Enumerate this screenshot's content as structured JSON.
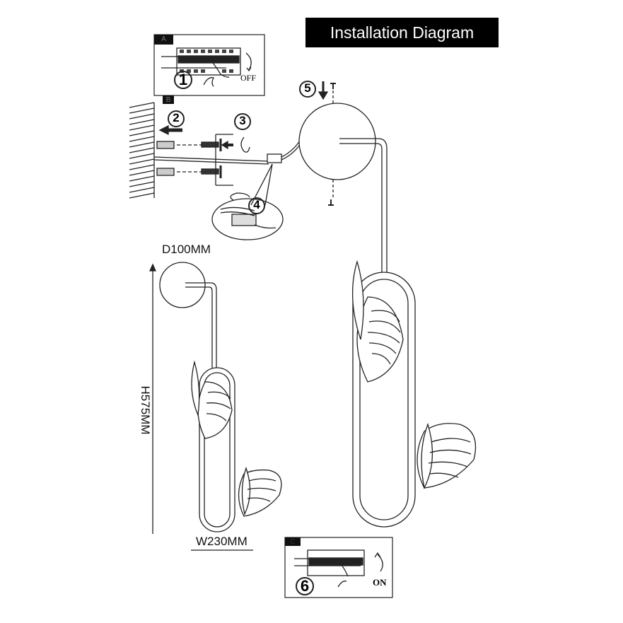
{
  "title": "Installation Diagram",
  "panels": {
    "a": {
      "tab": "A",
      "step": "1",
      "action": "OFF"
    },
    "b": {
      "tab": "B"
    },
    "c": {
      "tab": "C",
      "step": "6",
      "action": "ON"
    }
  },
  "steps": [
    "2",
    "3",
    "4",
    "5"
  ],
  "dimensions": {
    "diameter": "D100MM",
    "height": "H575MM",
    "width": "W230MM"
  }
}
